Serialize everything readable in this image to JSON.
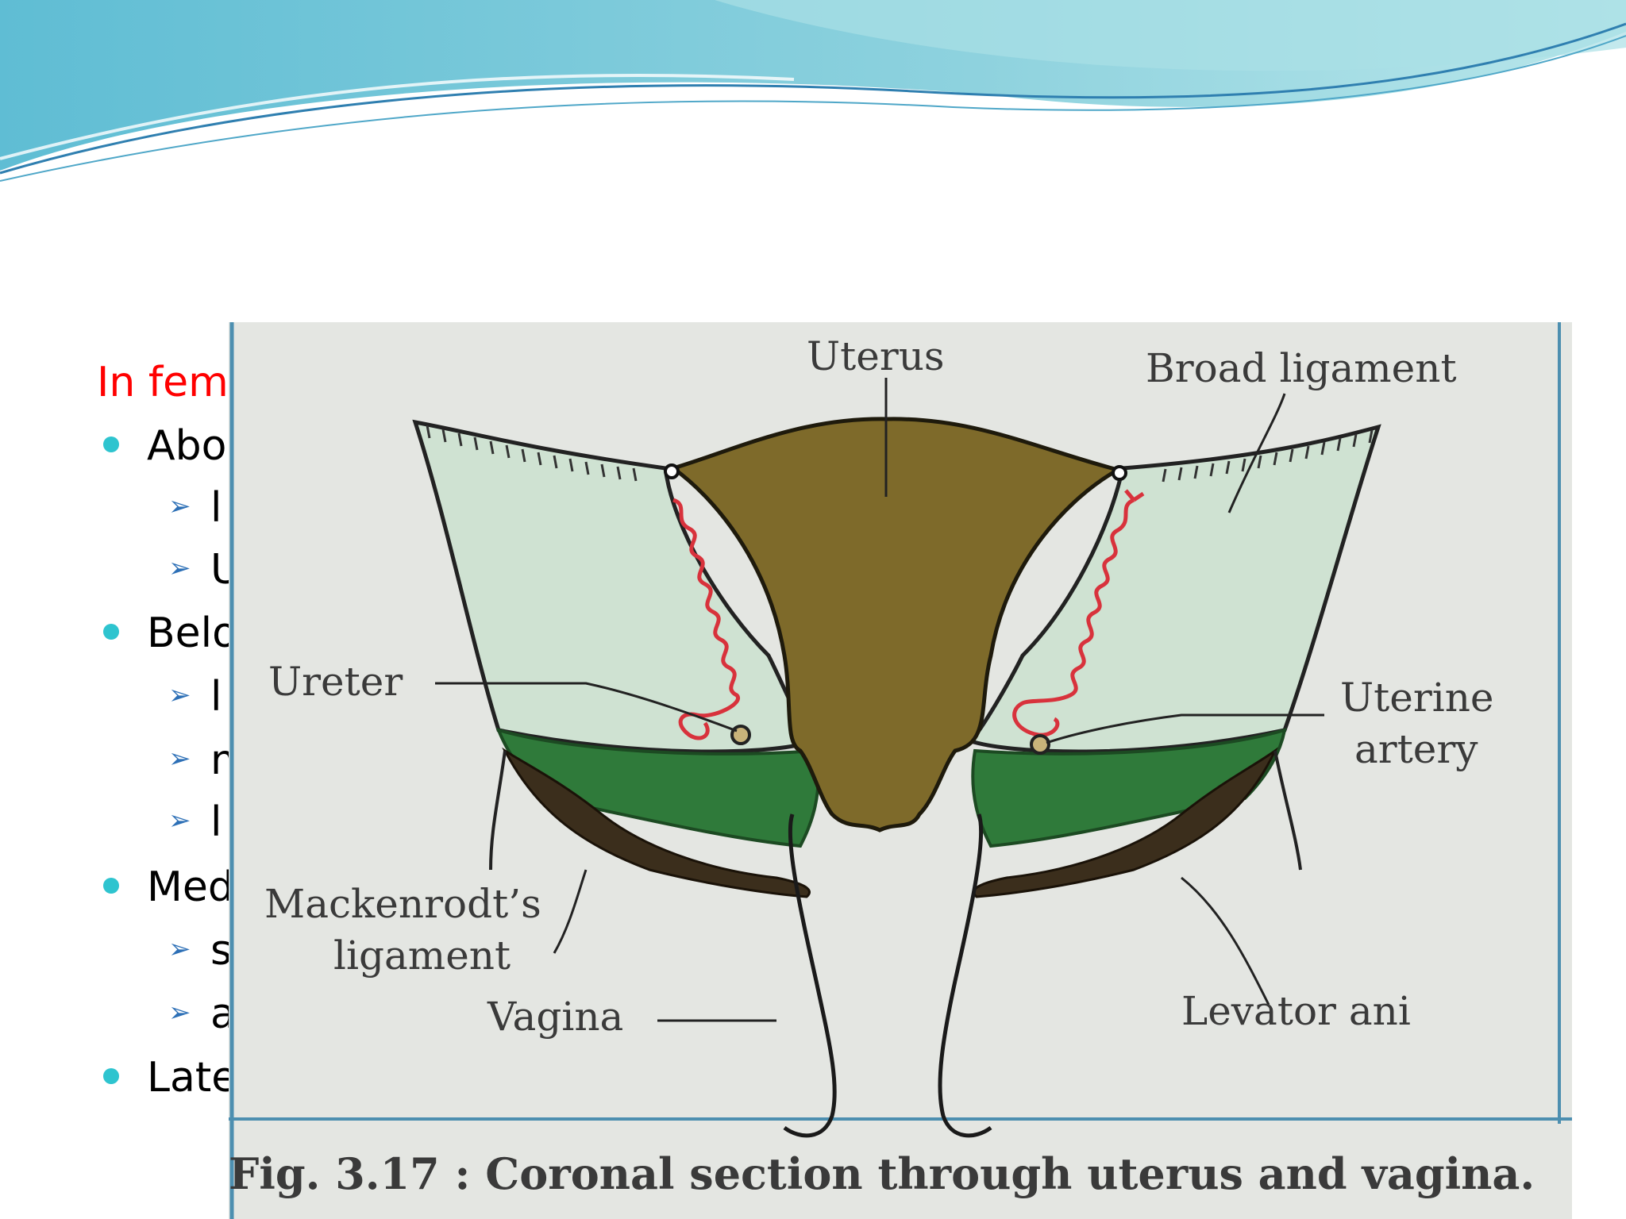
{
  "slide": {
    "heading": "In fem",
    "bullets": [
      {
        "level": 1,
        "text": "Abo"
      },
      {
        "level": 2,
        "text": "l"
      },
      {
        "level": 2,
        "text": "U"
      },
      {
        "level": 1,
        "text": "Belo"
      },
      {
        "level": 2,
        "text": "l"
      },
      {
        "level": 2,
        "text": "m"
      },
      {
        "level": 2,
        "text": "l"
      },
      {
        "level": 1,
        "text": "Med"
      },
      {
        "level": 2,
        "text": "s"
      },
      {
        "level": 2,
        "text": "a"
      },
      {
        "level": 1,
        "text": "Late"
      }
    ]
  },
  "figure": {
    "labels": {
      "uterus": "Uterus",
      "broad_ligament": "Broad ligament",
      "ureter": "Ureter",
      "uterine_artery_1": "Uterine",
      "uterine_artery_2": "artery",
      "mackenrodt_1": "Mackenrodt’s",
      "mackenrodt_2": "ligament",
      "vagina": "Vagina",
      "levator_ani": "Levator ani"
    },
    "caption": "Fig. 3.17 : Coronal section through uterus and vagina.",
    "colors": {
      "uterus_fill": "#7e6a2a",
      "ligament_fill": "#cfe2d2",
      "muscle_fill": "#2f7a3a",
      "artery": "#d8323c",
      "paper": "#e4e6e2"
    }
  }
}
